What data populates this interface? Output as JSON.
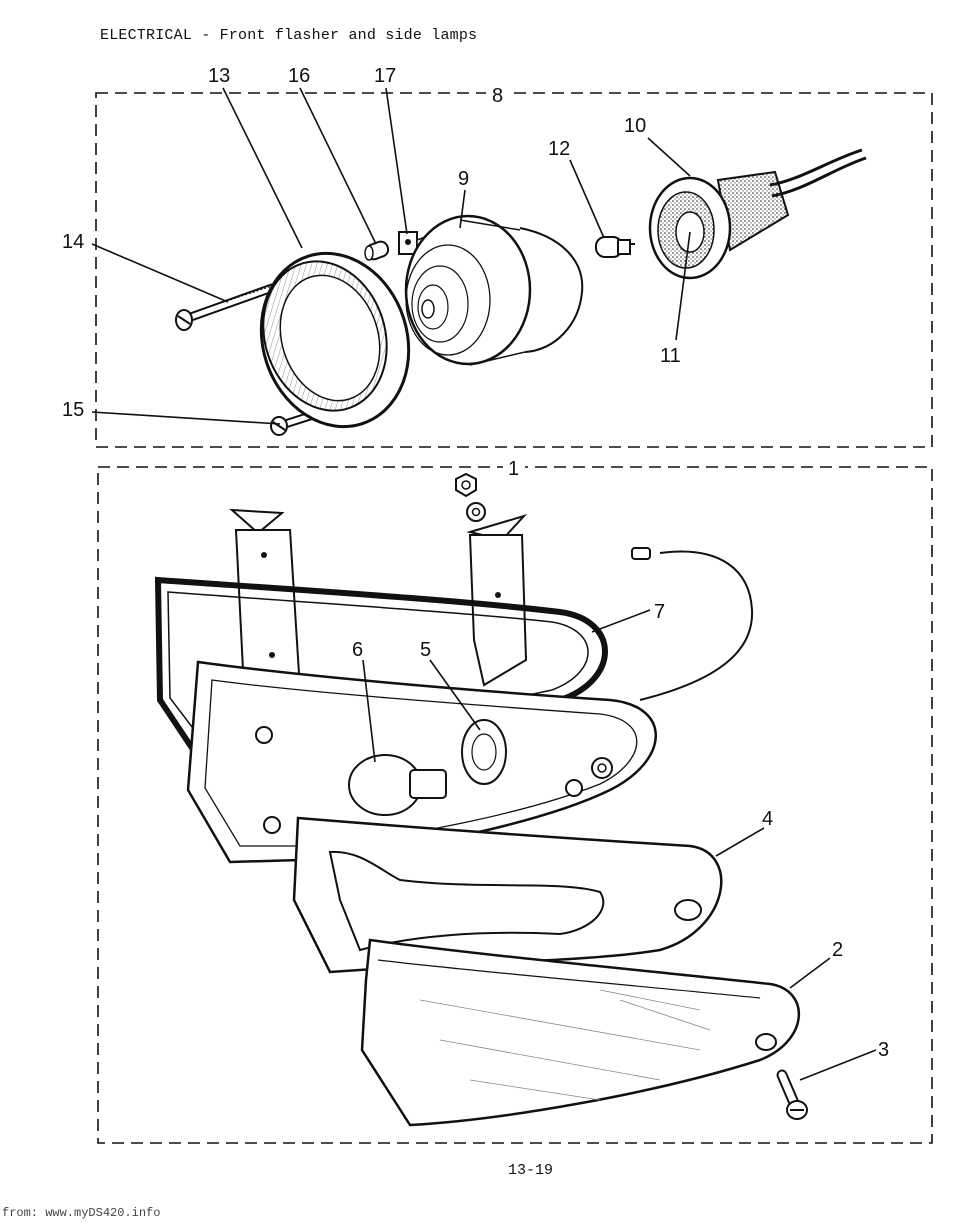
{
  "header": {
    "title": "ELECTRICAL - Front flasher and side lamps"
  },
  "footer": {
    "page_number": "13-19",
    "watermark": "from: www.myDS420.info"
  },
  "groups": [
    {
      "label": "8"
    },
    {
      "label": "1"
    }
  ],
  "callouts": [
    "13",
    "16",
    "17",
    "9",
    "12",
    "10",
    "14",
    "11",
    "15",
    "7",
    "6",
    "5",
    "4",
    "2",
    "3"
  ],
  "colors": {
    "ink": "#111111",
    "paper": "#ffffff",
    "tint": "#d9d9d9"
  }
}
